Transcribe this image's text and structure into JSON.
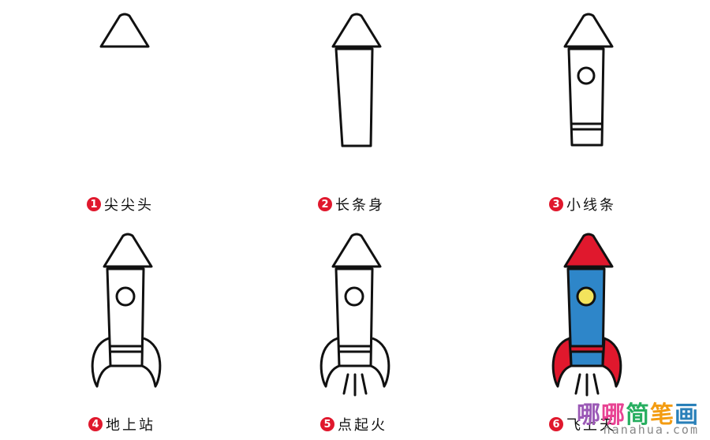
{
  "steps": [
    {
      "number": "1",
      "label": "尖尖头"
    },
    {
      "number": "2",
      "label": "长条身"
    },
    {
      "number": "3",
      "label": "小线条"
    },
    {
      "number": "4",
      "label": "地上站"
    },
    {
      "number": "5",
      "label": "点起火"
    },
    {
      "number": "6",
      "label": "飞上天"
    }
  ],
  "colors": {
    "number_badge": "#e0182d",
    "rocket_nose": "#e0182d",
    "rocket_body": "#2e86c9",
    "rocket_window": "#f3e35c",
    "rocket_fins": "#e0182d",
    "outline": "#111111"
  },
  "watermark": {
    "chars": [
      "哪",
      "哪",
      "简",
      "笔",
      "画"
    ],
    "url": "nanahua.com"
  }
}
